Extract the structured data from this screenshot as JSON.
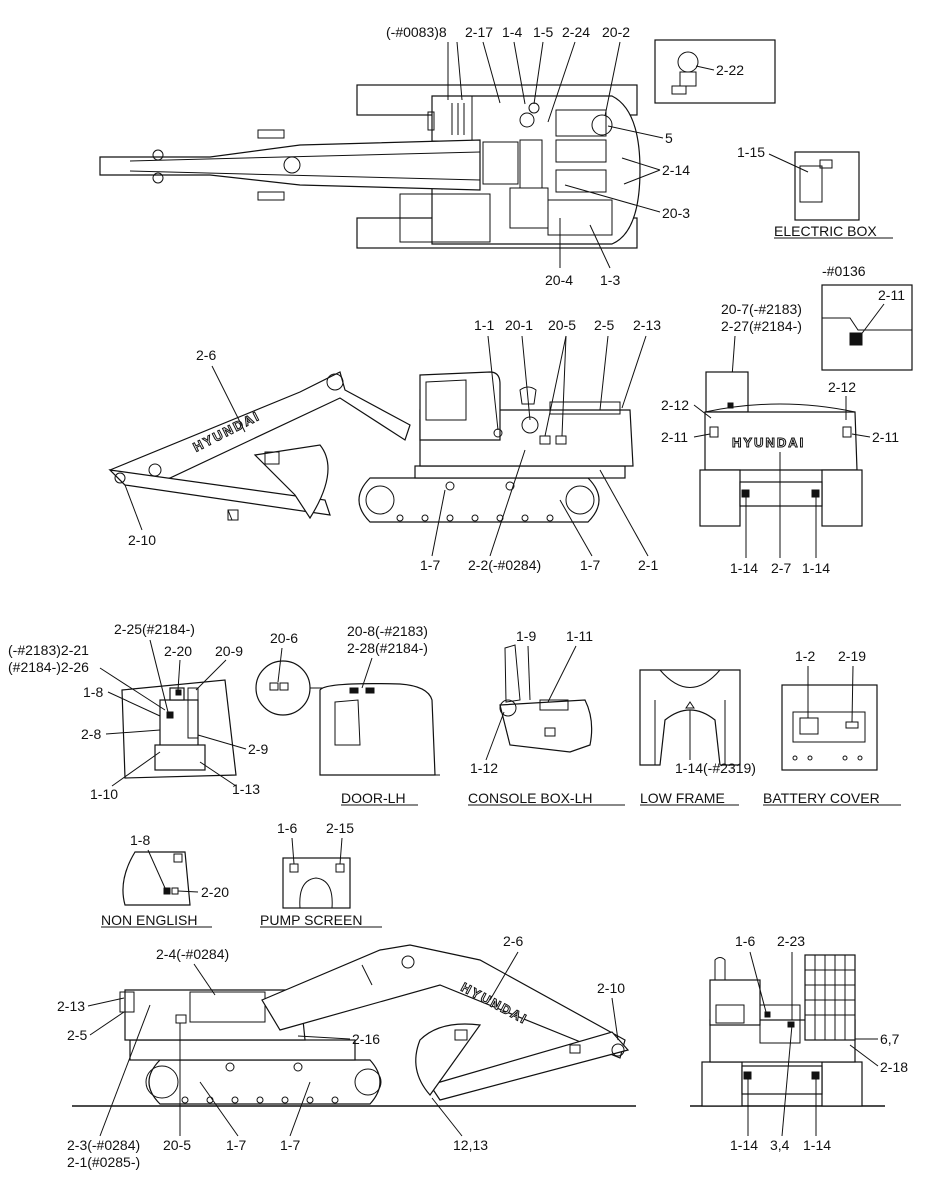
{
  "top_view": {
    "labels": {
      "l_0083_8": "(-#0083)8",
      "l_2_17": "2-17",
      "l_1_4": "1-4",
      "l_1_5": "1-5",
      "l_2_24": "2-24",
      "l_20_2": "20-2",
      "l_2_22": "2-22",
      "l_5": "5",
      "l_2_14": "2-14",
      "l_20_3": "20-3",
      "l_20_4": "20-4",
      "l_1_3": "1-3"
    }
  },
  "electric_box": {
    "caption": "ELECTRIC BOX",
    "label": "1-15"
  },
  "rear_view": {
    "serial": "-#0136",
    "labels": {
      "l_2_11_inset": "2-11",
      "l_20_7": "20-7(-#2183)",
      "l_2_27": "2-27(#2184-)",
      "l_2_12_l": "2-12",
      "l_2_12_r": "2-12",
      "l_2_11_l": "2-11",
      "l_2_11_r": "2-11",
      "l_1_14_l": "1-14",
      "l_2_7": "2-7",
      "l_1_14_r": "1-14"
    },
    "brand": "HYUNDAI"
  },
  "side_view_left": {
    "brand": "HYUNDAI",
    "labels": {
      "l_2_6": "2-6",
      "l_1_1": "1-1",
      "l_20_1": "20-1",
      "l_20_5": "20-5",
      "l_2_5": "2-5",
      "l_2_13": "2-13",
      "l_2_10": "2-10",
      "l_1_7_a": "1-7",
      "l_2_2": "2-2(-#0284)",
      "l_1_7_b": "1-7",
      "l_2_1": "2-1"
    }
  },
  "cab_interior": {
    "labels": {
      "l_2_25": "2-25(#2184-)",
      "l_2183_2_21": "(-#2183)2-21",
      "l_2184_2_26": "(#2184-)2-26",
      "l_2_20": "2-20",
      "l_20_9": "20-9",
      "l_1_8": "1-8",
      "l_2_8": "2-8",
      "l_2_9": "2-9",
      "l_1_10": "1-10",
      "l_1_13": "1-13"
    }
  },
  "door_lh": {
    "caption": "DOOR-LH",
    "labels": {
      "l_20_6": "20-6",
      "l_20_8": "20-8(-#2183)",
      "l_2_28": "2-28(#2184-)"
    }
  },
  "console_box": {
    "caption": "CONSOLE BOX-LH",
    "labels": {
      "l_1_9": "1-9",
      "l_1_11": "1-11",
      "l_1_12": "1-12"
    }
  },
  "low_frame": {
    "caption": "LOW FRAME",
    "labels": {
      "l_1_14": "1-14(-#2319)"
    }
  },
  "battery_cover": {
    "caption": "BATTERY COVER",
    "labels": {
      "l_1_2": "1-2",
      "l_2_19": "2-19"
    }
  },
  "non_english": {
    "caption": "NON ENGLISH",
    "labels": {
      "l_1_8": "1-8",
      "l_2_20": "2-20"
    }
  },
  "pump_screen": {
    "caption": "PUMP SCREEN",
    "labels": {
      "l_1_6": "1-6",
      "l_2_15": "2-15"
    }
  },
  "side_view_right": {
    "brand": "HYUNDAI",
    "labels": {
      "l_2_4": "2-4(-#0284)",
      "l_2_6": "2-6",
      "l_2_10": "2-10",
      "l_2_13": "2-13",
      "l_2_5": "2-5",
      "l_2_16": "2-16",
      "l_2_3": "2-3(-#0284)",
      "l_2_1": "2-1(#0285-)",
      "l_20_5": "20-5",
      "l_1_7_a": "1-7",
      "l_1_7_b": "1-7",
      "l_12_13": "12,13"
    }
  },
  "front_view": {
    "labels": {
      "l_1_6": "1-6",
      "l_2_23": "2-23",
      "l_6_7": "6,7",
      "l_2_18": "2-18",
      "l_1_14_l": "1-14",
      "l_3_4": "3,4",
      "l_1_14_r": "1-14"
    }
  }
}
